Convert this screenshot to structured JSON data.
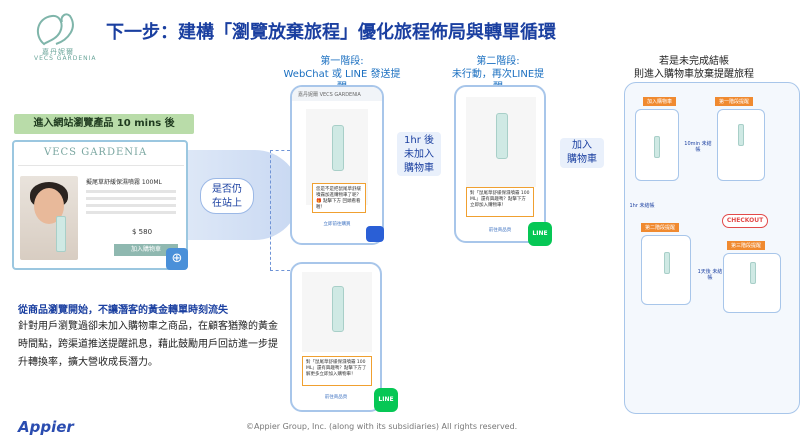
{
  "brand": {
    "name_cn": "嘉丹妮爾",
    "name_en": "VECS GARDENIA",
    "presenter": "Appier"
  },
  "title": "下一步：建構「瀏覽放棄旅程」優化旅程佈局與轉單循環",
  "entry": {
    "badge": "進入網站瀏覽產品 10 mins 後",
    "site_brand": "VECS GARDENIA",
    "product_name": "擬尾草舒緩保濕噴霧 100ML",
    "price": "$ 580",
    "buy_button": "加入購物車",
    "globe_icon": "globe-icon"
  },
  "question": {
    "line1": "是否仍",
    "line2": "在站上"
  },
  "stage1": {
    "line1": "第一階段:",
    "line2": "WebChat 或 LINE 發送提醒",
    "header": "嘉丹妮爾 VECS GARDENIA",
    "message": "您是不是把鼠尾草舒緩噴霧加進購物車了呢？ 🎁 點擊下方 回頭看看喔！",
    "link": "立即前往購買"
  },
  "arrow1": {
    "line1": "1hr 後",
    "line2": "未加入",
    "line3": "購物車"
  },
  "stage2": {
    "line1": "第二階段:",
    "line2": "未行動，再次LINE提醒",
    "message": "對「鼠尾草舒緩保濕噴霧 100 ML」還有興趣嗎？點擊下方立即加入購物車！",
    "link": "前往商品頁"
  },
  "arrow2": {
    "line1": "加入",
    "line2": "購物車"
  },
  "stage3": {
    "line1": "若是未完成結帳",
    "line2": "則進入購物車放棄提醒旅程",
    "step_cart": "加入購物車",
    "step_first": "第一階段提醒",
    "step_second": "第二階段提醒",
    "step_third": "第三階段提醒",
    "wait1": "10min 未結帳",
    "wait2": "1hr 未結帳",
    "wait3": "1天後 未結帳",
    "checkout": "CHECKOUT"
  },
  "stage_line3": {
    "message": "對「鼠尾草舒緩保濕噴霧 100 ML」還有興趣嗎？點擊下方了解更多立即加入購物車！",
    "link": "前往商品頁"
  },
  "line_icon": "LINE",
  "bottom": {
    "heading": "從商品瀏覽開始，不讓潛客的黃金轉單時刻流失",
    "body": "針對用戶瀏覽過卻未加入購物車之商品，在顧客猶豫的黃金時間點，跨渠道推送提醒訊息，藉此鼓勵用戶回訪進一步提升轉換率，擴大營收成長潛力。"
  },
  "copyright": "©Appier Group, Inc. (along with its subsidiaries) All rights reserved."
}
